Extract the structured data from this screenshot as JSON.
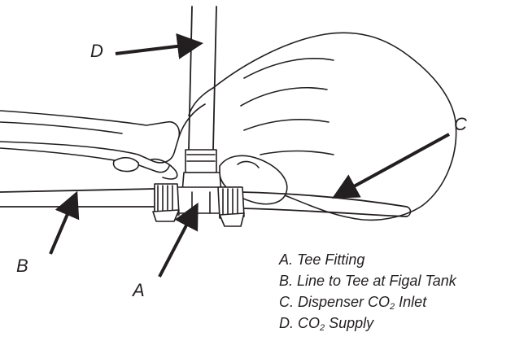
{
  "colors": {
    "ink": "#231f20",
    "fill": "#ffffff"
  },
  "callouts": {
    "a": "A",
    "b": "B",
    "c": "C",
    "d": "D"
  },
  "legend": [
    {
      "pre": "A. Tee Fitting"
    },
    {
      "pre": "B. Line to Tee at Figal Tank"
    },
    {
      "pre": "C. Dispenser CO",
      "sub": "2",
      "post": " Inlet"
    },
    {
      "pre": "D. CO",
      "sub": "2",
      "post": " Supply"
    }
  ]
}
